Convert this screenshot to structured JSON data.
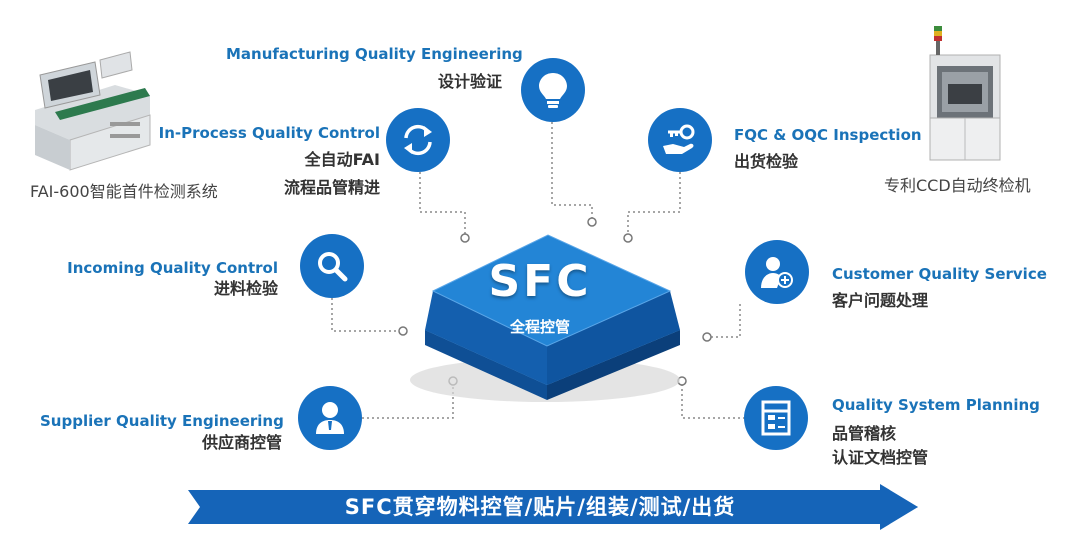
{
  "center": {
    "title": "SFC",
    "subtitle": "全程控管"
  },
  "nodes": [
    {
      "en": "Manufacturing Quality Engineering",
      "cn": [
        "设计验证"
      ],
      "icon": "lightbulb-icon"
    },
    {
      "en": "In-Process Quality Control",
      "cn": [
        "全自动FAI",
        "流程品管精进"
      ],
      "icon": "refresh-cycle-icon"
    },
    {
      "en": "FQC & OQC Inspection",
      "cn": [
        "出货检验"
      ],
      "icon": "key-hand-icon"
    },
    {
      "en": "Incoming Quality Control",
      "cn": [
        "进料检验"
      ],
      "icon": "magnifier-icon"
    },
    {
      "en": "Customer Quality Service",
      "cn": [
        "客户问题处理"
      ],
      "icon": "user-plus-icon"
    },
    {
      "en": "Supplier Quality Engineering",
      "cn": [
        "供应商控管"
      ],
      "icon": "person-icon"
    },
    {
      "en": "Quality System Planning",
      "cn": [
        "品管稽核",
        "认证文档控管"
      ],
      "icon": "form-document-icon"
    }
  ],
  "machines": {
    "left_caption": "FAI-600智能首件检测系统",
    "right_caption": "专利CCD自动终检机"
  },
  "banner": "SFC贯穿物料控管/贴片/组装/测试/出货",
  "colors": {
    "primary": "#1670c4",
    "label_blue": "#1a73b8",
    "banner": "#1564b8"
  }
}
